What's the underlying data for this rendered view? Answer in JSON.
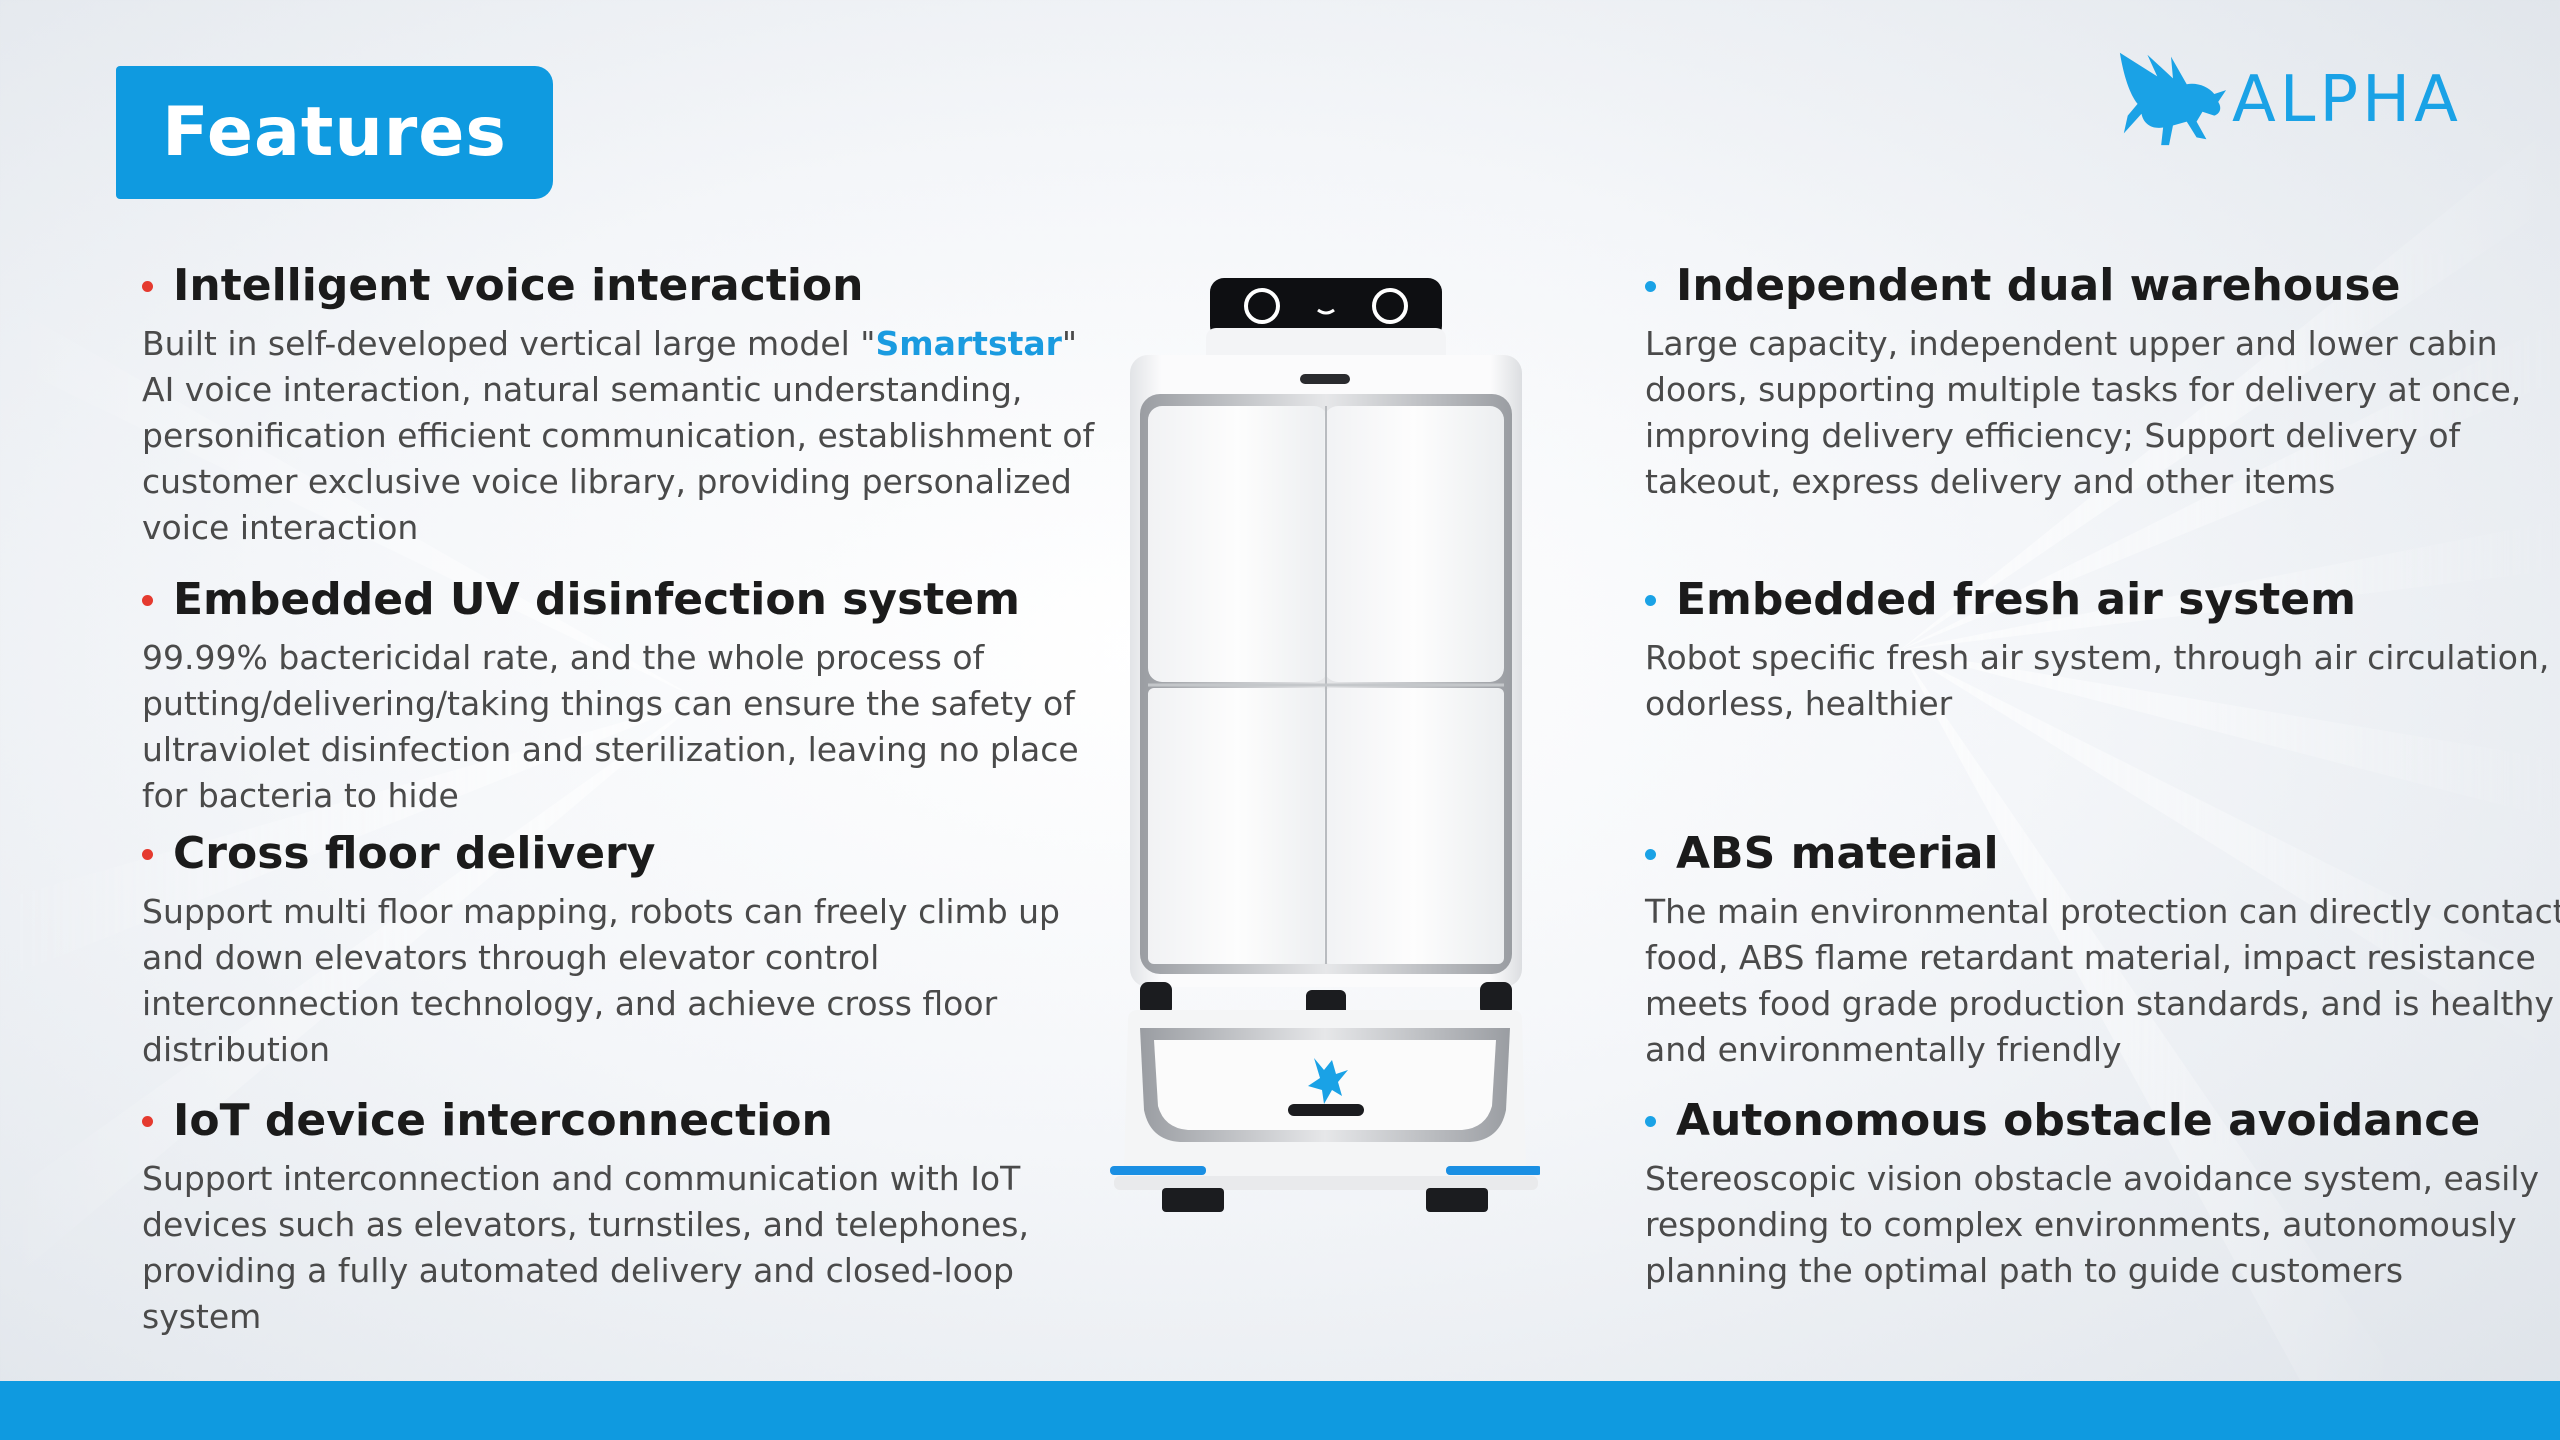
{
  "header": {
    "title": "Features"
  },
  "brand": {
    "name": "ALPHA",
    "color": "#1aa2e6",
    "icon": "pegasus-logo-icon"
  },
  "left_features": [
    {
      "title": "Intelligent voice interaction",
      "desc_before": "Built in self-developed vertical large model \"",
      "desc_highlight": "Smartstar",
      "desc_after": "\" AI voice interaction, natural semantic understanding, personification efficient communication, establishment of customer exclusive voice library, providing personalized voice interaction"
    },
    {
      "title": "Embedded UV disinfection system",
      "desc": "99.99% bactericidal rate, and the whole process of putting/delivering/taking things can ensure the safety of ultraviolet disinfection and sterilization, leaving no place for bacteria to hide"
    },
    {
      "title": "Cross floor delivery",
      "desc": "Support multi floor mapping, robots can freely climb up and down elevators through elevator control interconnection technology, and achieve cross floor distribution"
    },
    {
      "title": "IoT device interconnection",
      "desc": "Support interconnection and communication with IoT devices such as elevators, turnstiles, and telephones, providing a fully automated delivery and closed-loop system"
    }
  ],
  "right_features": [
    {
      "title": "Independent dual warehouse",
      "desc": "Large capacity, independent upper and lower cabin doors, supporting multiple tasks for delivery at once, improving delivery efficiency; Support delivery of takeout, express delivery and other items"
    },
    {
      "title": "Embedded fresh air system",
      "desc": "Robot specific fresh air system, through air circulation, odorless, healthier"
    },
    {
      "title": "ABS material",
      "desc": "The main environmental protection can directly contact food, ABS flame retardant material, impact resistance meets food grade production standards, and is healthy and environmentally friendly"
    },
    {
      "title": "Autonomous obstacle avoidance",
      "desc": "Stereoscopic vision obstacle avoidance system, easily responding to complex environments, autonomously planning the optimal path to guide customers"
    }
  ],
  "colors": {
    "accent": "#0f9ae0",
    "bullet_left": "#e53a2f",
    "bullet_right": "#1aa2e6"
  }
}
